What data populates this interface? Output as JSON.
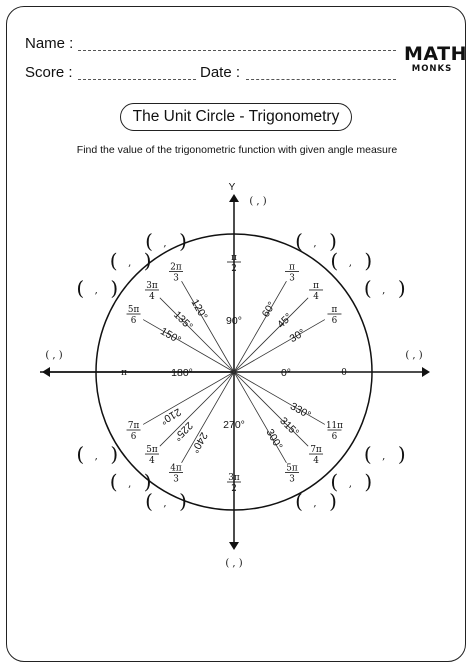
{
  "header": {
    "name_label": "Name :",
    "score_label": "Score :",
    "date_label": "Date :",
    "logo_word": "MATH",
    "logo_sub": "MONKS"
  },
  "title": "The Unit Circle - Trigonometry",
  "instruction": "Find the value of the trigonometric function with given angle measure",
  "axis": {
    "y_label": "Y"
  },
  "circle": {
    "axis_points": [
      {
        "id": "top",
        "text": "( , )"
      },
      {
        "id": "bottom",
        "text": "( , )"
      },
      {
        "id": "left",
        "text": "( , )"
      },
      {
        "id": "right",
        "text": "( , )"
      }
    ],
    "angles": [
      {
        "deg": 0,
        "deg_text": "0°",
        "rad_num": "0",
        "rad_den": ""
      },
      {
        "deg": 30,
        "deg_text": "30°",
        "rad_num": "π",
        "rad_den": "6"
      },
      {
        "deg": 45,
        "deg_text": "45°",
        "rad_num": "π",
        "rad_den": "4"
      },
      {
        "deg": 60,
        "deg_text": "60°",
        "rad_num": "π",
        "rad_den": "3"
      },
      {
        "deg": 90,
        "deg_text": "90°",
        "rad_num": "π",
        "rad_den": "2"
      },
      {
        "deg": 120,
        "deg_text": "120°",
        "rad_num": "2π",
        "rad_den": "3"
      },
      {
        "deg": 135,
        "deg_text": "135°",
        "rad_num": "3π",
        "rad_den": "4"
      },
      {
        "deg": 150,
        "deg_text": "150°",
        "rad_num": "5π",
        "rad_den": "6"
      },
      {
        "deg": 180,
        "deg_text": "180°",
        "rad_num": "π",
        "rad_den": ""
      },
      {
        "deg": 210,
        "deg_text": "210°",
        "rad_num": "7π",
        "rad_den": "6"
      },
      {
        "deg": 225,
        "deg_text": "225°",
        "rad_num": "5π",
        "rad_den": "4"
      },
      {
        "deg": 240,
        "deg_text": "240°",
        "rad_num": "4π",
        "rad_den": "3"
      },
      {
        "deg": 270,
        "deg_text": "270°",
        "rad_num": "3π",
        "rad_den": "2"
      },
      {
        "deg": 300,
        "deg_text": "300°",
        "rad_num": "5π",
        "rad_den": "3"
      },
      {
        "deg": 315,
        "deg_text": "315°",
        "rad_num": "7π",
        "rad_den": "4"
      },
      {
        "deg": 330,
        "deg_text": "330°",
        "rad_num": "11π",
        "rad_den": "6"
      }
    ]
  }
}
